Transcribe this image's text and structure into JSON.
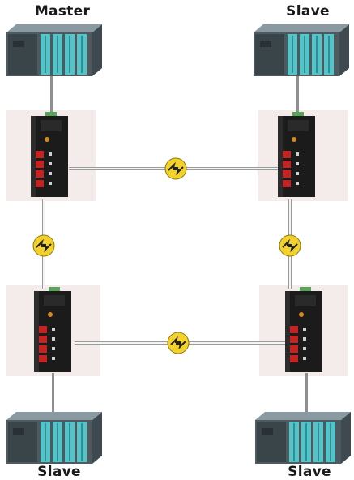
{
  "nodes": {
    "master_label": "Master",
    "slave_top_right_label": "Slave",
    "slave_bottom_left_label": "Slave",
    "slave_bottom_right_label": "Slave"
  },
  "icons": {
    "plc": "plc-rack-icon",
    "switch": "din-rail-switch-icon",
    "connector": "fiber-connector-icon"
  },
  "colors": {
    "connector": "#f2d12a",
    "plc_module": "#55c4c8",
    "switch_body": "#1b1b1b",
    "port_red": "#c52222",
    "shade": "#f3ecea"
  }
}
